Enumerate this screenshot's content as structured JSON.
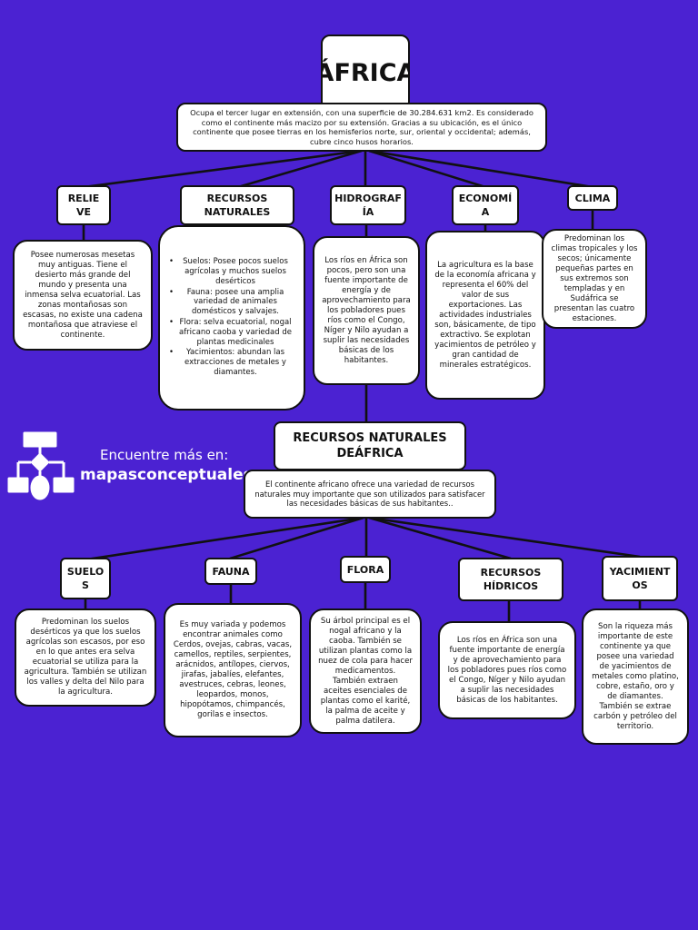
{
  "colors": {
    "background": "#4b22d2",
    "box": "#ffffff",
    "border": "#111111"
  },
  "title": [
    "ÁFRIC",
    "A"
  ],
  "intro": "Ocupa el tercer lugar en extensión, con una superficie de 30.284.631 km2. Es considerado como el continente más macizo por su extensión. Gracias a su ubicación, es el único continente que posee tierras en los hemisferios norte, sur, oriental y occidental; además, cubre cinco husos horarios.",
  "branches": [
    {
      "label": [
        "RELIE",
        "VE"
      ],
      "text": "Posee numerosas mesetas muy antiguas. Tiene el desierto más grande del mundo y presenta una inmensa selva ecuatorial. Las zonas montañosas son escasas, no existe una cadena montañosa que atraviese el continente."
    },
    {
      "label": [
        "RECURSOS",
        "NATURALES"
      ],
      "items": [
        "Suelos: Posee pocos suelos agrícolas y muchos suelos desérticos",
        "Fauna: posee una amplia variedad de animales domésticos y salvajes.",
        "Flora: selva ecuatorial, nogal africano caoba y variedad de plantas medicinales",
        "Yacimientos: abundan las extracciones de metales y diamantes."
      ]
    },
    {
      "label": [
        "HIDROGRAF",
        "ÍA"
      ],
      "text": "Los ríos en África son pocos, pero son una fuente importante de energía y de aprovechamiento para los pobladores pues ríos como el Congo, Níger y Nilo ayudan a suplir las necesidades básicas de los habitantes."
    },
    {
      "label": [
        "ECONOMÍ",
        "A"
      ],
      "text": "La agricultura es la base de la economía africana y representa el 60% del valor de sus exportaciones. Las actividades industriales son, básicamente, de tipo extractivo. Se explotan yacimientos de petróleo y gran cantidad de minerales estratégicos."
    },
    {
      "label": [
        "CLIMA"
      ],
      "text": "Predominan los climas tropicales y los secos; únicamente pequeñas partes en sus extremos son templadas y en Sudáfrica se presentan las cuatro estaciones."
    }
  ],
  "second": {
    "title": [
      "RECURSOS NATURALES DE",
      "ÁFRICA"
    ],
    "intro": "El continente africano ofrece una variedad de recursos naturales muy importante que son utilizados para satisfacer las necesidades básicas de sus habitantes..",
    "branches": [
      {
        "label": [
          "SUELO",
          "S"
        ],
        "text": "Predominan los suelos desérticos ya que los suelos agrícolas son escasos, por eso en lo que antes era selva ecuatorial se utiliza para la agricultura. También se utilizan los valles y delta del Nilo para la agricultura."
      },
      {
        "label": [
          "FAUNA"
        ],
        "text": "Es muy variada y podemos encontrar animales como Cerdos, ovejas, cabras, vacas, camellos, reptiles, serpientes, arácnidos, antílopes, ciervos, jirafas, jabalíes, elefantes, avestruces, cebras, leones, leopardos, monos, hipopótamos, chimpancés, gorilas e insectos."
      },
      {
        "label": [
          "FLORA"
        ],
        "text": "Su árbol principal es el nogal africano y la caoba. También se utilizan plantas como la nuez de cola para hacer medicamentos. También extraen aceites esenciales de plantas como el karité, la palma de aceite y palma datilera."
      },
      {
        "label": [
          "RECURSOS",
          "HÍDRICOS"
        ],
        "text": "Los ríos en África son una fuente importante de energía y de aprovechamiento para los pobladores pues ríos como el Congo, Níger y Nilo ayudan a suplir las necesidades básicas de los habitantes."
      },
      {
        "label": [
          "YACIMIENT",
          "OS"
        ],
        "text": "Son la riqueza más importante de este continente ya que posee una variedad de yacimientos de metales como platino, cobre, estaño, oro y de diamantes. También se extrae carbón y petróleo del territorio."
      }
    ]
  },
  "brand": {
    "line1": "Encuentre más en:",
    "line2": "mapasconceptuales.xyz"
  }
}
